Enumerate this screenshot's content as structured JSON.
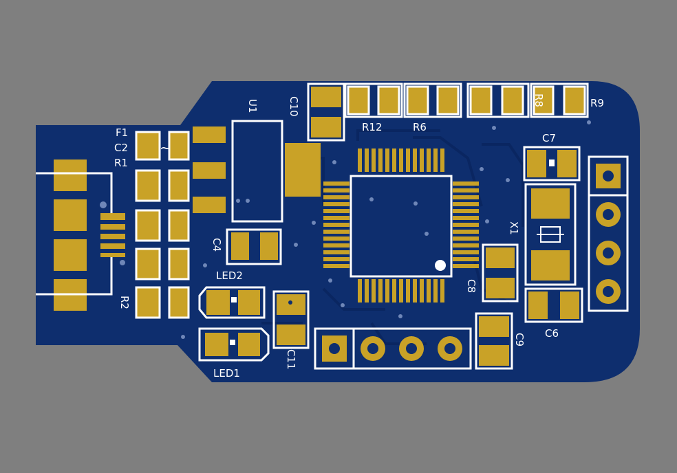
{
  "colors": {
    "background": "#7f7f7f",
    "board": "#0e2e6e",
    "trace": "#0a2660",
    "pad": "#c9a227",
    "silkscreen": "#ffffff"
  },
  "labels": {
    "U1": "U1",
    "C10": "C10",
    "R12": "R12",
    "R6": "R6",
    "R8": "R8",
    "R9": "R9",
    "F1": "F1",
    "C2": "C2",
    "R1": "R1",
    "C7": "C7",
    "X1": "X1",
    "C4": "C4",
    "LED2": "LED2",
    "LED1": "LED1",
    "C11": "C11",
    "C8": "C8",
    "C9": "C9",
    "C6": "C6",
    "R2": "R2"
  }
}
